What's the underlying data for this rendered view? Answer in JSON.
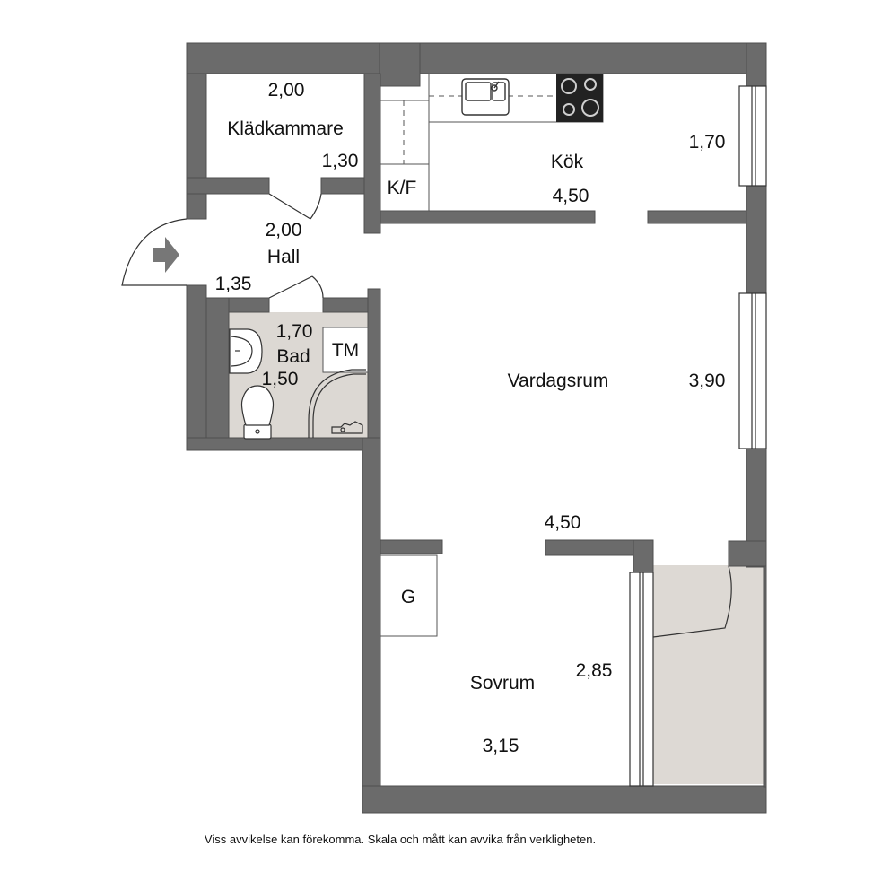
{
  "colors": {
    "wall": "#6b6b6b",
    "wall_edge": "#4f4f4f",
    "bathroom_floor": "#dcd8d3",
    "balcony_floor": "#ddd9d4",
    "fixture_line": "#333333",
    "text": "#111111"
  },
  "rooms": {
    "kladkammare": {
      "name": "Klädkammare",
      "width": "2,00",
      "depth": "1,30"
    },
    "hall": {
      "name": "Hall",
      "width": "2,00",
      "depth": "1,35"
    },
    "kok": {
      "name": "Kök",
      "width": "4,50",
      "depth": "1,70"
    },
    "kf": {
      "name": "K/F"
    },
    "bad": {
      "name": "Bad",
      "width": "1,70",
      "depth": "1,50"
    },
    "tm": {
      "name": "TM"
    },
    "vardagsrum": {
      "name": "Vardagsrum",
      "width": "4,50",
      "depth": "3,90"
    },
    "g": {
      "name": "G"
    },
    "sovrum": {
      "name": "Sovrum",
      "width": "3,15",
      "depth": "2,85"
    }
  },
  "icons": {
    "entrance": "entrance-arrow-icon",
    "stove": "stove-icon",
    "sink": "kitchen-sink-icon",
    "toilet": "toilet-icon",
    "washbasin": "washbasin-icon",
    "shower": "shower-icon"
  },
  "disclaimer": "Viss avvikelse kan förekomma. Skala och mått kan avvika från verkligheten."
}
